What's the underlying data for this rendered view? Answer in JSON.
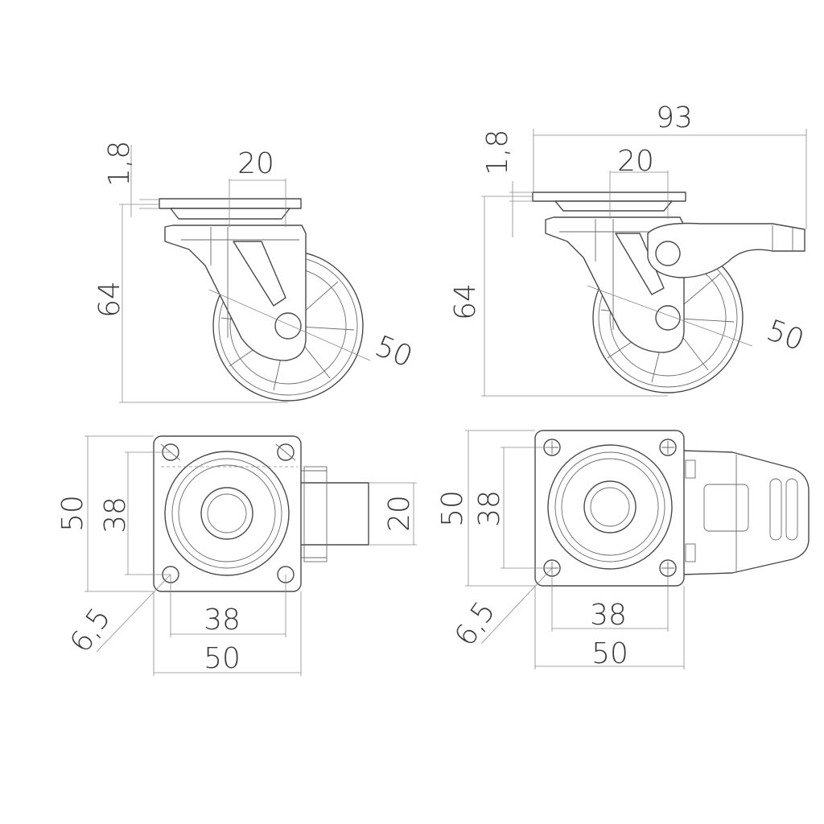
{
  "dimensions": {
    "view1": {
      "plate_thickness": "1,8",
      "offset_width": "20",
      "total_height": "64",
      "wheel_diameter": "50"
    },
    "view2": {
      "overall_length": "93",
      "plate_thickness": "1,8",
      "offset_width": "20",
      "total_height": "64",
      "wheel_diameter": "50"
    },
    "view3": {
      "plate_height": "50",
      "hole_spacing_vertical": "38",
      "wheel_width": "20",
      "hole_diameter": "6,5",
      "hole_spacing_horizontal": "38",
      "plate_width": "50"
    },
    "view4": {
      "plate_height": "50",
      "hole_spacing_vertical": "38",
      "hole_diameter": "6,5",
      "hole_spacing_horizontal": "38",
      "plate_width": "50"
    }
  }
}
